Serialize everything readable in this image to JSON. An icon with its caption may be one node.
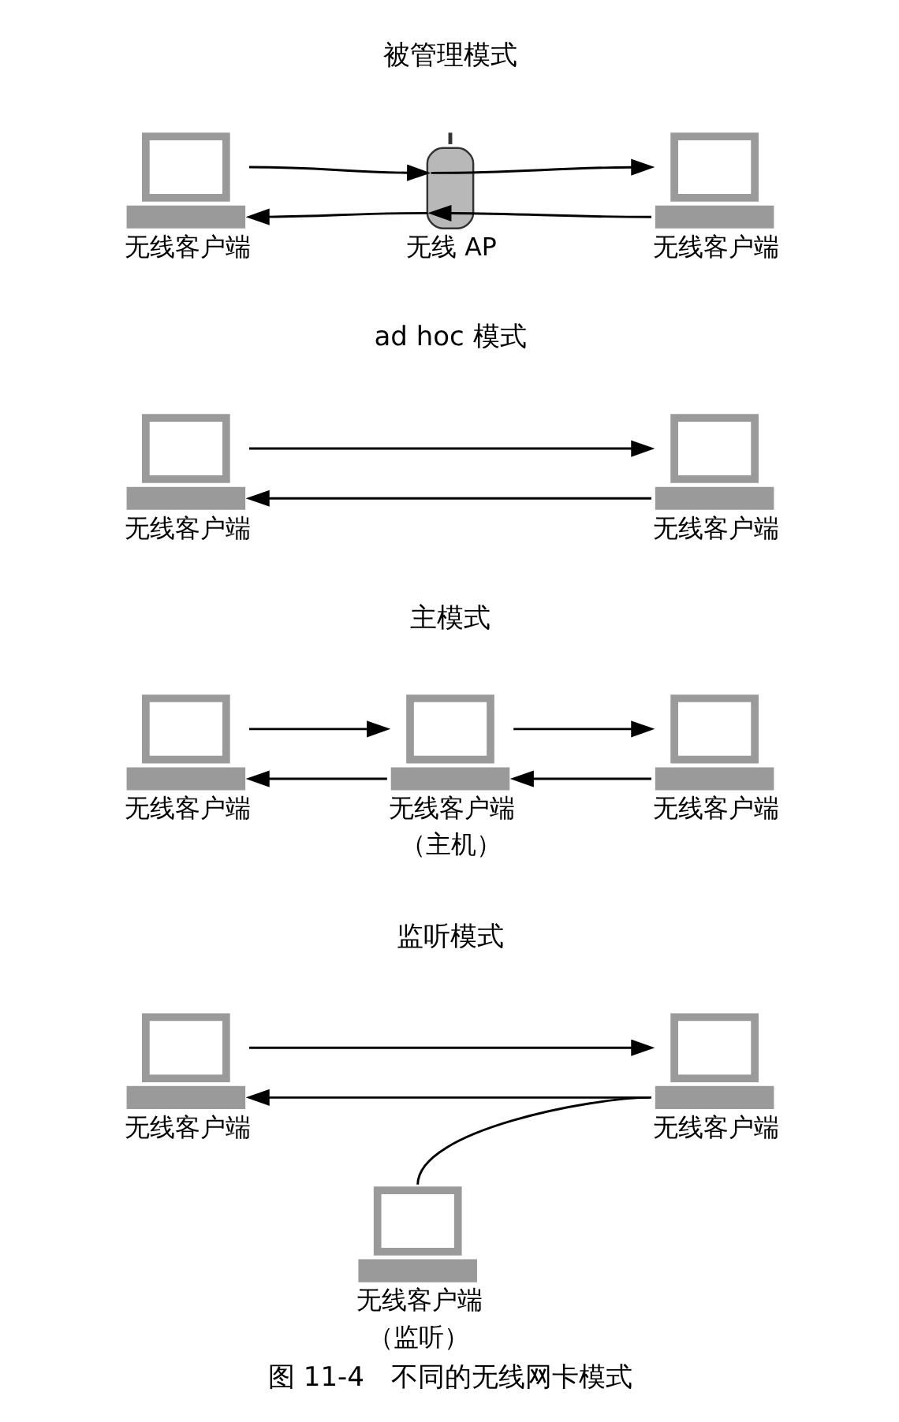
{
  "diagram": {
    "caption": "图 11-4　不同的无线网卡模式",
    "nodes": [
      {
        "text": [
          "无线客户端"
        ]
      },
      {
        "text": [
          "无线 AP"
        ]
      },
      {
        "text": [
          "无线客户端"
        ]
      },
      {
        "text": [
          "无线客户端"
        ]
      },
      {
        "text": [
          "无线客户端"
        ]
      },
      {
        "text": [
          "无线客户端"
        ]
      },
      {
        "text": [
          "无线客户端",
          "（主机）"
        ]
      },
      {
        "text": [
          "无线客户端"
        ]
      },
      {
        "text": [
          "无线客户端"
        ]
      },
      {
        "text": [
          "无线客户端"
        ]
      },
      {
        "text": [
          "无线客户端",
          "（监听）"
        ]
      }
    ],
    "edges": [
      {
        "from": 0,
        "to": 1,
        "arrow": "to"
      },
      {
        "from": 1,
        "to": 0,
        "arrow": "to"
      },
      {
        "from": 1,
        "to": 2,
        "arrow": "to"
      },
      {
        "from": 2,
        "to": 1,
        "arrow": "to"
      },
      {
        "from": 3,
        "to": 4,
        "arrow": "to"
      },
      {
        "from": 4,
        "to": 3,
        "arrow": "to"
      },
      {
        "from": 5,
        "to": 6,
        "arrow": "to"
      },
      {
        "from": 6,
        "to": 5,
        "arrow": "to"
      },
      {
        "from": 6,
        "to": 7,
        "arrow": "to"
      },
      {
        "from": 7,
        "to": 6,
        "arrow": "to"
      },
      {
        "from": 8,
        "to": 9,
        "arrow": "to"
      },
      {
        "from": 9,
        "to": 8,
        "arrow": "to"
      },
      {
        "from": 9,
        "to": 10,
        "arrow": "none"
      }
    ],
    "labels": [
      "被管理模式",
      "ad hoc 模式",
      "主模式",
      "监听模式"
    ]
  }
}
